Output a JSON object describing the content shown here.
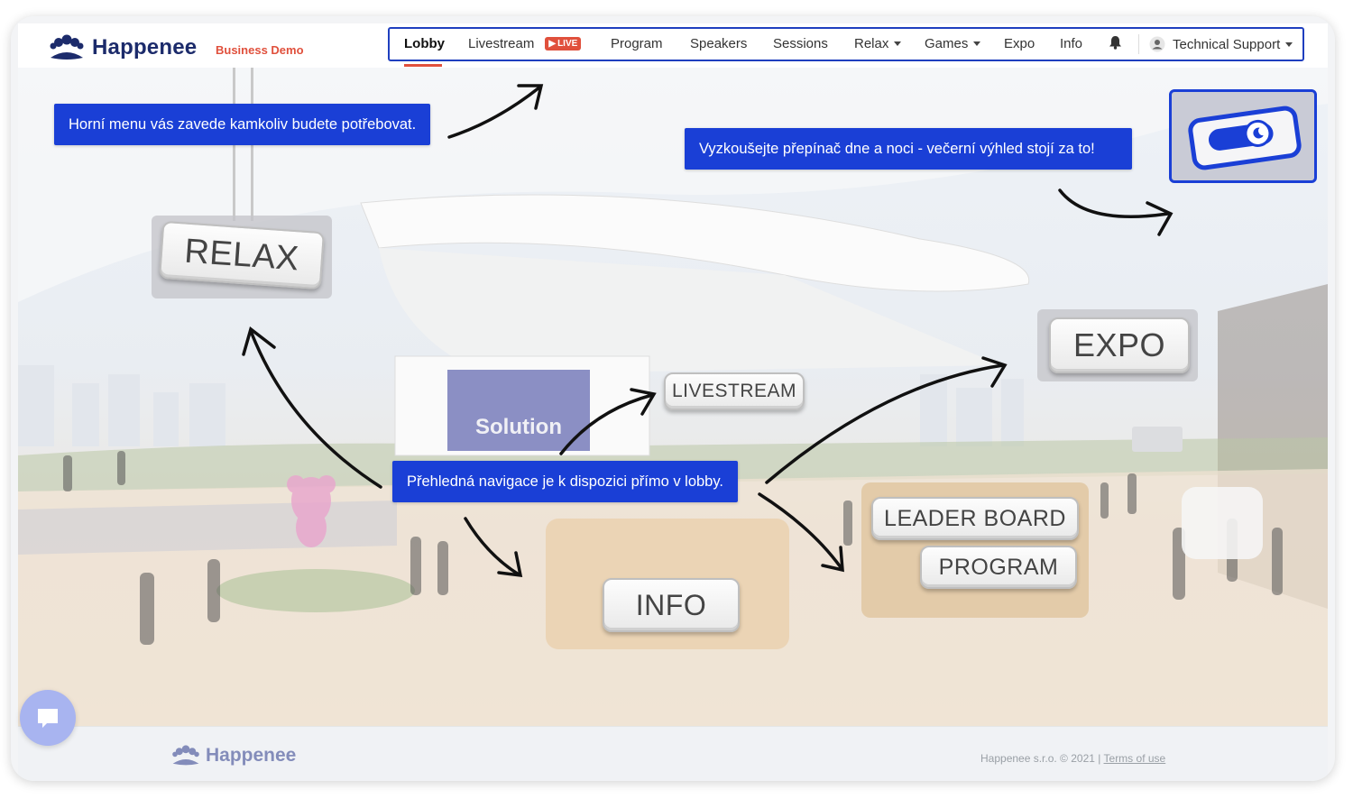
{
  "header": {
    "logo_text": "Happenee",
    "subtitle": "Business Demo",
    "nav": {
      "lobby": "Lobby",
      "livestream": "Livestream",
      "live_badge": "LIVE",
      "program": "Program",
      "speakers": "Speakers",
      "sessions": "Sessions",
      "relax": "Relax",
      "games": "Games",
      "expo": "Expo",
      "info": "Info",
      "support": "Technical Support"
    }
  },
  "callouts": {
    "top_menu": "Horní menu vás zavede kamkoliv budete potřebovat.",
    "day_night": "Vyzkoušejte přepínač dne a noci - večerní výhled stojí za to!",
    "navigation": "Přehledná navigace je k dispozici přímo v lobby."
  },
  "signs": {
    "relax": "RELAX",
    "livestream": "LIVESTREAM",
    "expo": "EXPO",
    "info": "INFO",
    "leader_board": "LEADER BOARD",
    "program": "PROGRAM",
    "solution": "Solution"
  },
  "footer": {
    "logo_text": "Happenee",
    "copyright": "Happenee s.r.o. © 2021 |",
    "terms": "Terms of use"
  },
  "colors": {
    "brand_blue": "#1a3fd6",
    "accent_red": "#e0503c",
    "logo_navy": "#1c2b6b"
  }
}
